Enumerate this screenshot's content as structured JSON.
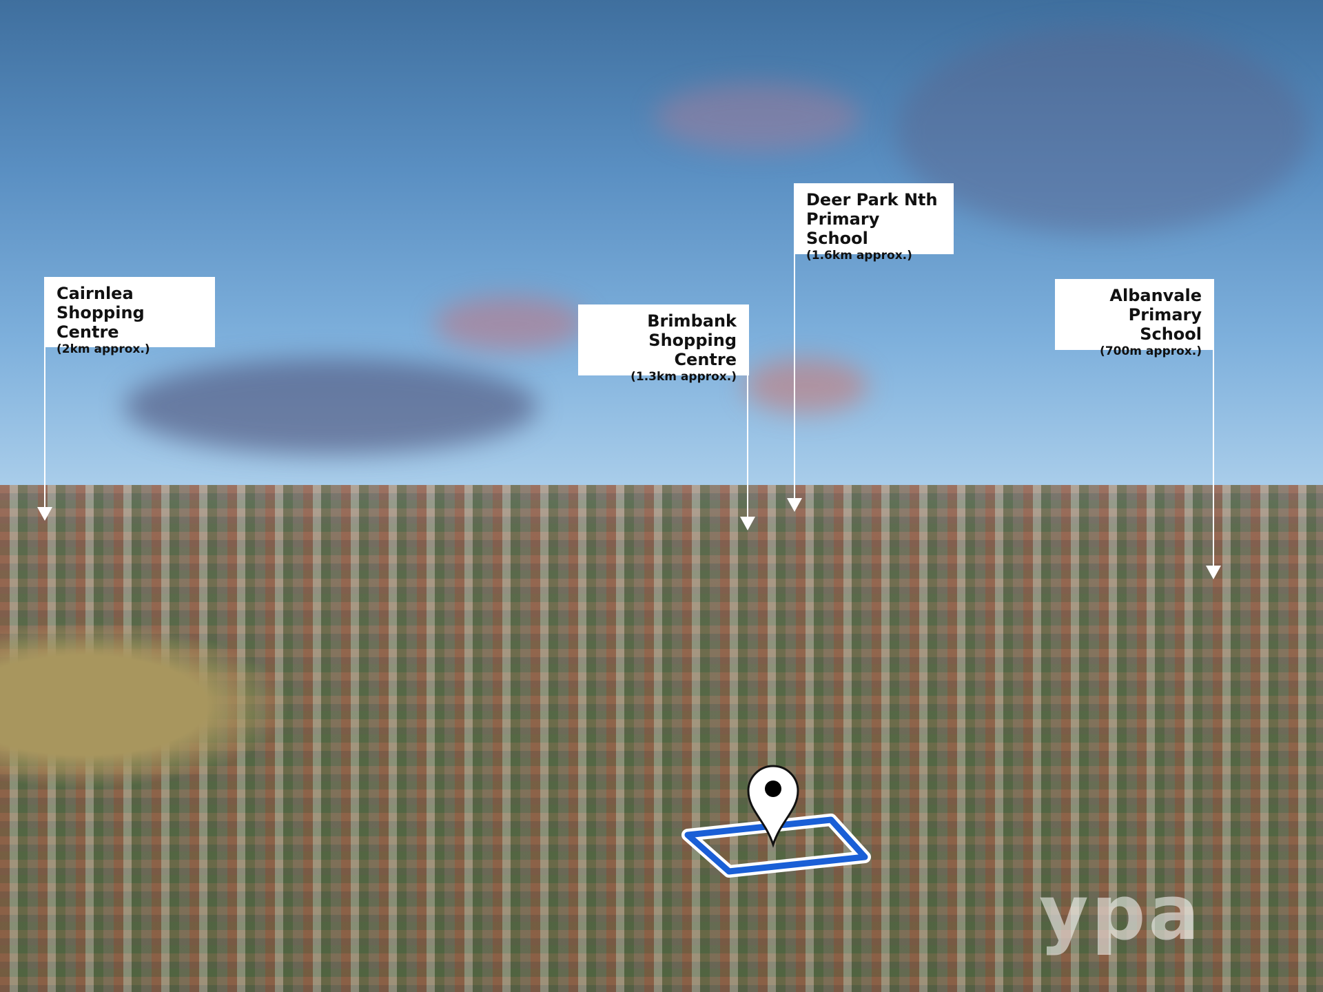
{
  "labels": [
    {
      "title_line1": "Cairnlea",
      "title_line2": "Shopping Centre",
      "distance": "(2km approx.)"
    },
    {
      "title_line1": "Brimbank",
      "title_line2": "Shopping Centre",
      "distance": "(1.3km approx.)"
    },
    {
      "title_line1": "Deer Park Nth",
      "title_line2": "Primary School",
      "distance": "(1.6km approx.)"
    },
    {
      "title_line1": "Albanvale",
      "title_line2": "Primary School",
      "distance": "(700m approx.)"
    }
  ],
  "watermark": "ypa",
  "colors": {
    "parcel_outline": "#1a5fd6",
    "label_bg": "#ffffff"
  }
}
